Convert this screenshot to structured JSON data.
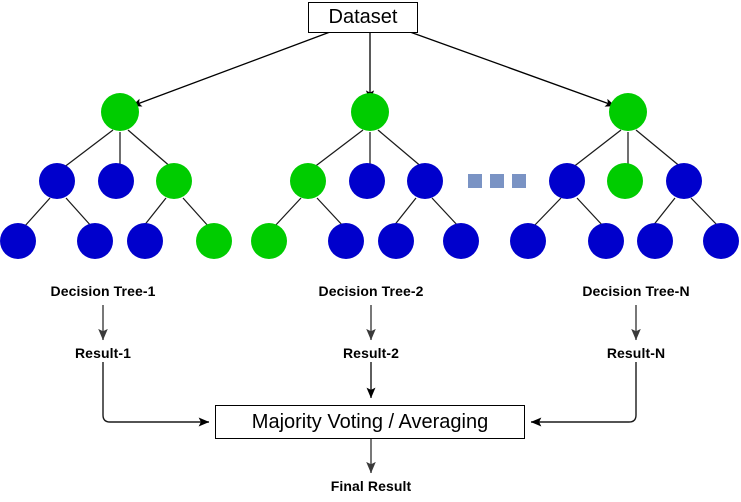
{
  "diagram": {
    "title_box": {
      "label": "Dataset"
    },
    "aggregator_box": {
      "label": "Majority Voting / Averaging"
    },
    "final_label": "Final Result",
    "ellipsis": "■ ■ ■",
    "colors": {
      "green_node": "#00cc00",
      "blue_node": "#0000cc",
      "ellipsis_square": "#7a93c4",
      "edge": "#000000",
      "arrow": "#333333",
      "background": "#ffffff"
    },
    "trees": [
      {
        "name": "Decision Tree-1",
        "tree_label": "Decision Tree-1",
        "result_label": "Result-1",
        "root": {
          "color": "green"
        },
        "level2": [
          {
            "color": "blue"
          },
          {
            "color": "blue"
          },
          {
            "color": "green"
          }
        ],
        "leaves": [
          {
            "color": "blue"
          },
          {
            "color": "blue"
          },
          {
            "color": "blue"
          },
          {
            "color": "green"
          }
        ]
      },
      {
        "name": "Decision Tree-2",
        "tree_label": "Decision Tree-2",
        "result_label": "Result-2",
        "root": {
          "color": "green"
        },
        "level2": [
          {
            "color": "green"
          },
          {
            "color": "blue"
          },
          {
            "color": "blue"
          }
        ],
        "leaves": [
          {
            "color": "green"
          },
          {
            "color": "blue"
          },
          {
            "color": "blue"
          },
          {
            "color": "blue"
          }
        ]
      },
      {
        "name": "Decision Tree-N",
        "tree_label": "Decision Tree-N",
        "result_label": "Result-N",
        "root": {
          "color": "green"
        },
        "level2": [
          {
            "color": "blue"
          },
          {
            "color": "green"
          },
          {
            "color": "blue"
          }
        ],
        "leaves": [
          {
            "color": "blue"
          },
          {
            "color": "blue"
          },
          {
            "color": "blue"
          },
          {
            "color": "blue"
          }
        ]
      }
    ]
  }
}
